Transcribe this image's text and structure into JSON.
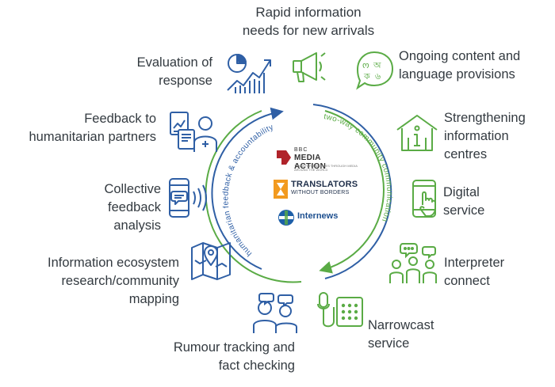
{
  "items": {
    "rapid": {
      "lines": [
        "Rapid information",
        "needs for new arrivals"
      ],
      "icon": "megaphone-icon"
    },
    "ongoing": {
      "lines": [
        "Ongoing content and",
        "language provisions"
      ],
      "icon": "speech-bubble-scripts-icon"
    },
    "strengthening": {
      "lines": [
        "Strengthening",
        "information",
        "centres"
      ],
      "icon": "info-house-icon"
    },
    "digital": {
      "lines": [
        "Digital",
        "service"
      ],
      "icon": "smartphone-touch-icon"
    },
    "interpreter": {
      "lines": [
        "Interpreter",
        "connect"
      ],
      "icon": "people-chat-icon"
    },
    "narrowcast": {
      "lines": [
        "Narrowcast",
        "service"
      ],
      "icon": "microphone-speaker-icon"
    },
    "rumour": {
      "lines": [
        "Rumour tracking and",
        "fact checking"
      ],
      "icon": "two-people-talking-icon"
    },
    "ecosystem": {
      "lines": [
        "Information ecosystem",
        "research/community",
        "mapping"
      ],
      "icon": "map-pin-icon"
    },
    "collective": {
      "lines": [
        "Collective",
        "feedback",
        "analysis"
      ],
      "icon": "phone-signal-icon"
    },
    "feedback": {
      "lines": [
        "Feedback to",
        "humanitarian partners"
      ],
      "icon": "person-report-icon"
    },
    "evaluation": {
      "lines": [
        "Evaluation of",
        "response"
      ],
      "icon": "chart-growth-icon"
    }
  },
  "ring": {
    "left_text": "humanitarian feedback & accountability",
    "right_text": "two-way community communication"
  },
  "logos": {
    "bbc_top": "BBC",
    "bbc_name": "MEDIA ACTION",
    "bbc_tagline": "TRANSFORMING LIVES THROUGH MEDIA AROUND THE WORLD",
    "twb_name": "TRANSLATORS",
    "twb_sub": "WITHOUT BORDERS",
    "internews": "Internews"
  },
  "colors": {
    "blue": "#2f5fa5",
    "green": "#5aab45",
    "text": "#333a40",
    "bbc_red": "#b0232a",
    "twb_orange": "#f29a1f"
  }
}
